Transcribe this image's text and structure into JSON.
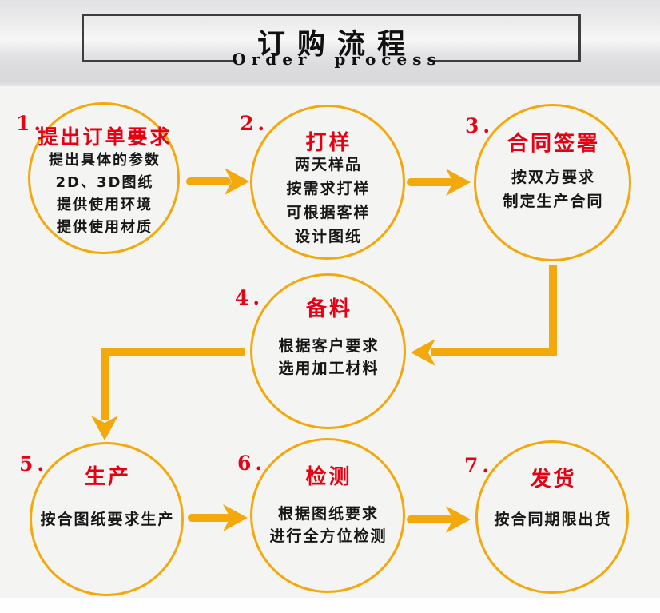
{
  "header": {
    "title": "订购流程",
    "subtitle": "Order process"
  },
  "steps": [
    {
      "number": "1.",
      "title": "提出订单要求",
      "lines": [
        "提出具体的参数",
        "2D、3D图纸",
        "提供使用环境",
        "提供使用材质"
      ]
    },
    {
      "number": "2.",
      "title": "打样",
      "lines": [
        "两天样品",
        "按需求打样",
        "可根据客样",
        "设计图纸"
      ]
    },
    {
      "number": "3.",
      "title": "合同签署",
      "lines": [
        "按双方要求",
        "制定生产合同"
      ]
    },
    {
      "number": "4.",
      "title": "备料",
      "lines": [
        "根据客户要求",
        "选用加工材料"
      ]
    },
    {
      "number": "5.",
      "title": "生产",
      "lines": [
        "按合图纸要求生产"
      ]
    },
    {
      "number": "6.",
      "title": "检测",
      "lines": [
        "根据图纸要求",
        "进行全方位检测"
      ]
    },
    {
      "number": "7.",
      "title": "发货",
      "lines": [
        "按合同期限出货"
      ]
    }
  ],
  "colors": {
    "accent_orange": "#f3a80b",
    "step_red": "#e60012",
    "text_black": "#171717",
    "box_border": "#3d3d3d"
  }
}
